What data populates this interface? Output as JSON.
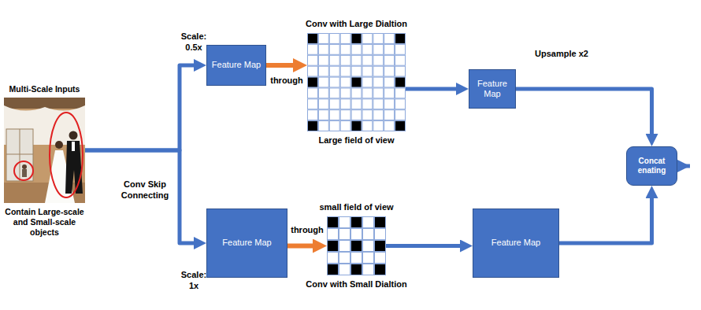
{
  "diagram": {
    "nodes": [
      {
        "text": [
          "Multi-Scale Inputs",
          "Contain Large-scale and Small-scale objects"
        ]
      },
      {
        "text": [
          "Feature Map"
        ]
      },
      {
        "text": [
          "Conv with Large Dialtion",
          "Large field of view"
        ]
      },
      {
        "text": [
          "Feature Map"
        ]
      },
      {
        "text": [
          "Concat enating"
        ]
      },
      {
        "text": [
          "Feature Map"
        ]
      },
      {
        "text": [
          "small field of view",
          "Conv with Small Dialtion"
        ]
      },
      {
        "text": [
          "Feature Map"
        ]
      }
    ],
    "edges": [
      {
        "from": 0,
        "to": 1,
        "arrow": "to"
      },
      {
        "from": 0,
        "to": 5,
        "arrow": "to"
      },
      {
        "from": 1,
        "to": 2,
        "label": "through",
        "arrow": "to"
      },
      {
        "from": 2,
        "to": 3,
        "arrow": "to"
      },
      {
        "from": 3,
        "to": 4,
        "label": "Upsample x2",
        "arrow": "to"
      },
      {
        "from": 5,
        "to": 6,
        "label": "through",
        "arrow": "to"
      },
      {
        "from": 6,
        "to": 7,
        "arrow": "to"
      },
      {
        "from": 7,
        "to": 4,
        "arrow": "to"
      }
    ],
    "labels": [
      "Conv Skip Connecting",
      "Scale: 0.5x",
      "Scale: 1x"
    ]
  }
}
